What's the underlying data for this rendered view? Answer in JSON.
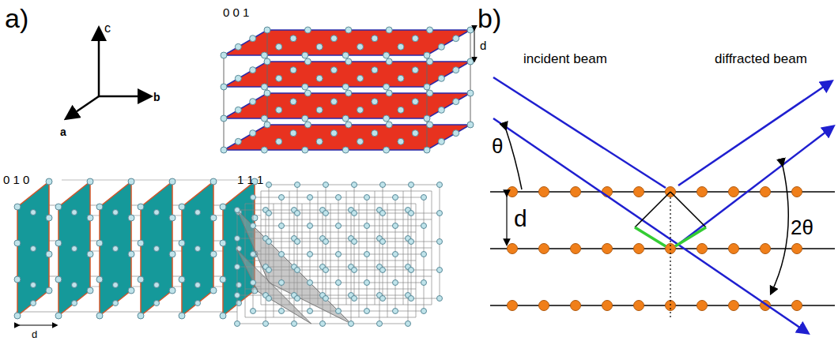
{
  "diagram": {
    "labels": [
      "a)",
      "c",
      "0 0 1",
      "d",
      "b)",
      "incident beam",
      "diffracted beam",
      "b",
      "a",
      "θ",
      "d",
      "2θ",
      "0 1 0",
      "1 1 1",
      "d"
    ]
  }
}
